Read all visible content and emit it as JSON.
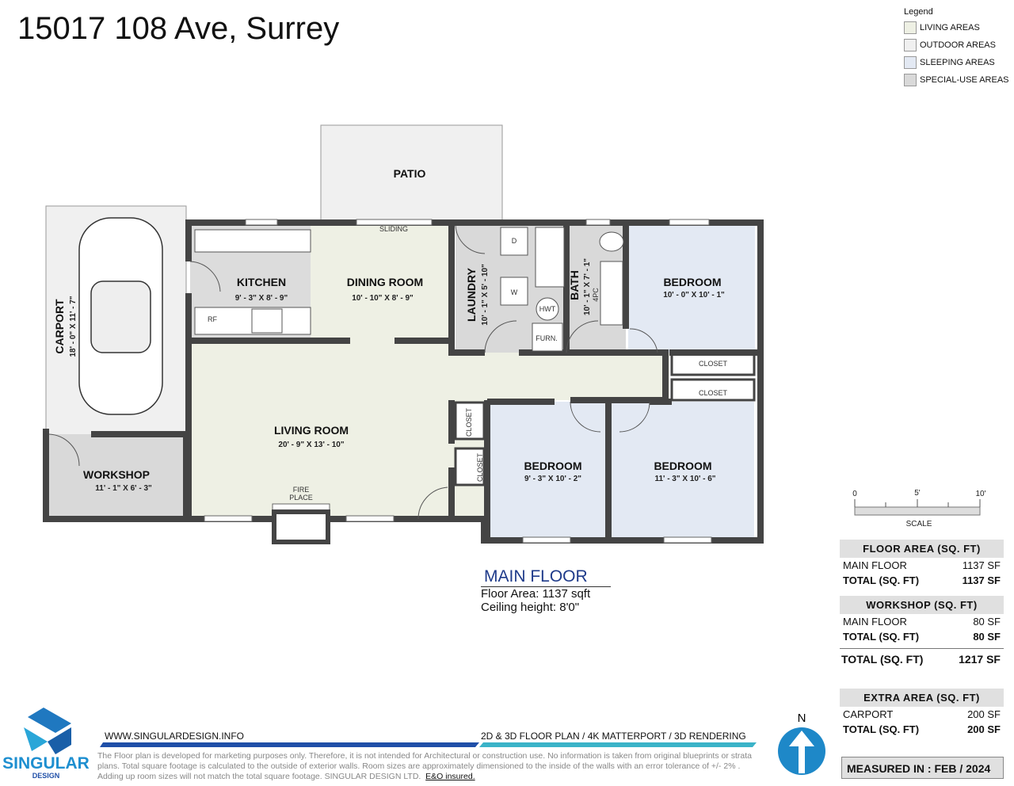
{
  "title": "15017 108 Ave, Surrey",
  "legend": {
    "heading": "Legend",
    "items": [
      {
        "label": "LIVING AREAS",
        "color": "#eef0e4"
      },
      {
        "label": "OUTDOOR AREAS",
        "color": "#f0f0f0"
      },
      {
        "label": "SLEEPING AREAS",
        "color": "#e3e9f3"
      },
      {
        "label": "SPECIAL-USE AREAS",
        "color": "#d9d9d9"
      }
    ]
  },
  "rooms": {
    "patio": "PATIO",
    "sliding": "SLIDING",
    "carport": {
      "name": "CARPORT",
      "dims": "18' - 0\" X 11' - 7\""
    },
    "kitchen": {
      "name": "KITCHEN",
      "dims": "9' - 3\" X 8' - 9\""
    },
    "dining": {
      "name": "DINING ROOM",
      "dims": "10' - 10\" X 8' - 9\""
    },
    "laundry": {
      "name": "LAUNDRY",
      "dims": "10' - 1\" X 5' - 10\""
    },
    "bath": {
      "name": "BATH",
      "dims": "10' - 1\" X 7' - 1\"",
      "type": "4PC"
    },
    "bedroom1": {
      "name": "BEDROOM",
      "dims": "10' - 0\" X 10' - 1\""
    },
    "bedroom2": {
      "name": "BEDROOM",
      "dims": "9' - 3\" X 10' - 2\""
    },
    "bedroom3": {
      "name": "BEDROOM",
      "dims": "11' - 3\" X 10' - 6\""
    },
    "living": {
      "name": "LIVING ROOM",
      "dims": "20' - 9\" X 13' - 10\""
    },
    "workshop": {
      "name": "WORKSHOP",
      "dims": "11' - 1\" X 6' - 3\""
    },
    "closet": "CLOSET",
    "fireplace": [
      "FIRE",
      "PLACE"
    ],
    "fixtures": {
      "dryer": "D",
      "washer": "W",
      "hwt": "HWT",
      "furnace": "FURN.",
      "fridge": "RF"
    }
  },
  "scale": {
    "ticks": [
      "0",
      "5'",
      "10'"
    ],
    "label": "SCALE"
  },
  "main_floor": {
    "title": "MAIN FLOOR",
    "area": "Floor Area: 1137 sqft",
    "ceiling": "Ceiling height: 8'0\""
  },
  "tables": [
    {
      "header": "FLOOR AREA (SQ. FT)",
      "rows": [
        {
          "label": "MAIN FLOOR",
          "value": "1137 SF"
        },
        {
          "label": "TOTAL (SQ. FT)",
          "value": "1137 SF"
        }
      ]
    },
    {
      "header": "WORKSHOP (SQ. FT)",
      "rows": [
        {
          "label": "MAIN FLOOR",
          "value": "80 SF"
        },
        {
          "label": "TOTAL (SQ. FT)",
          "value": "80 SF"
        }
      ]
    },
    {
      "header": "EXTRA AREA (SQ. FT)",
      "rows": [
        {
          "label": "CARPORT",
          "value": "200 SF"
        },
        {
          "label": "TOTAL (SQ. FT)",
          "value": "200 SF"
        }
      ]
    }
  ],
  "grand_total": {
    "label": "TOTAL (SQ. FT)",
    "value": "1217 SF"
  },
  "measured": "MEASURED IN : FEB / 2024",
  "compass": "N",
  "footer": {
    "brand": "SINGULAR",
    "brand_sub": "DESIGN",
    "url": "WWW.SINGULARDESIGN.INFO",
    "services": "2D & 3D FLOOR PLAN / 4K MATTERPORT / 3D RENDERING",
    "disclaimer": "The Floor plan is developed for marketing purposes only. Therefore, it is not intended for Architectural or construction use. No information is taken from original blueprints or strata plans. Total square footage is calculated to the outside of exterior walls. Room sizes are approximately dimensioned to the inside of the walls with an error tolerance of +/- 2% . Adding up room sizes will not match the total square footage. SINGULAR DESIGN LTD.",
    "eo": "E&O insured."
  }
}
